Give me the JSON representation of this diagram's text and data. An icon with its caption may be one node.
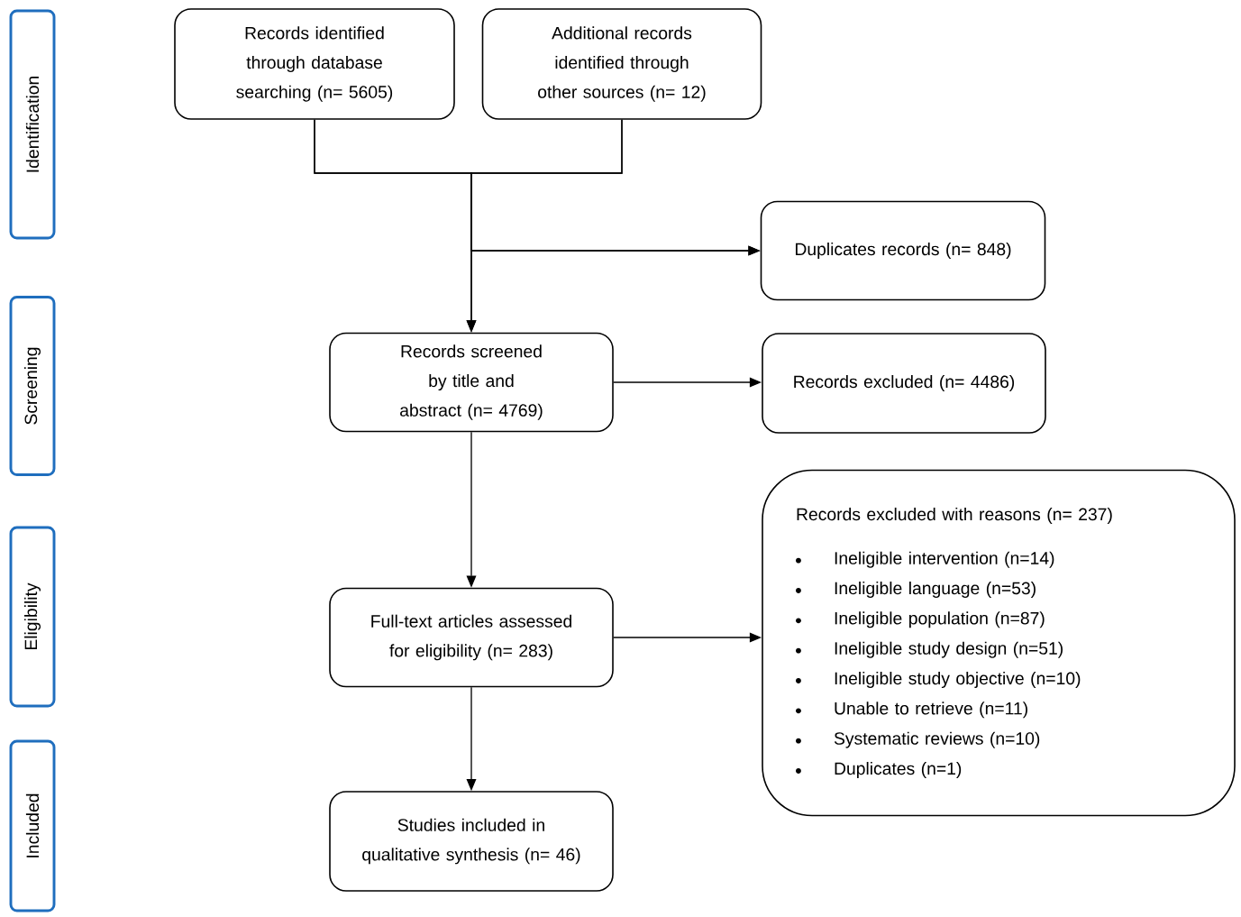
{
  "diagram": {
    "nodes": [
      {
        "text": [
          "Identification"
        ]
      },
      {
        "text": [
          "Screening"
        ]
      },
      {
        "text": [
          "Eligibility"
        ]
      },
      {
        "text": [
          "Included"
        ]
      },
      {
        "text": [
          "Records identified through database searching (n= 5605)"
        ]
      },
      {
        "text": [
          "Additional records identified through other sources (n= 12)"
        ]
      },
      {
        "text": [
          "Duplicates records (n= 848)"
        ]
      },
      {
        "text": [
          "Records screened by title and abstract (n= 4769)"
        ]
      },
      {
        "text": [
          "Records excluded (n= 4486)"
        ]
      },
      {
        "text": [
          "Full-text articles assessed for eligibility (n= 283)"
        ]
      },
      {
        "text": [
          "Studies included in qualitative synthesis (n= 46)"
        ]
      },
      {
        "text": [
          "Records excluded with reasons (n= 237)",
          "Ineligible intervention (n=14)",
          "Ineligible language (n=53)",
          "Ineligible population (n=87)",
          "Ineligible study design (n=51)",
          "Ineligible study objective (n=10)",
          "Unable to retrieve (n=11)",
          "Systematic reviews (n=10)",
          "Duplicates (n=1)"
        ]
      }
    ],
    "edges": [
      {
        "from": 4,
        "to": 6,
        "arrow": "to"
      },
      {
        "from": 4,
        "to": 7,
        "arrow": "to"
      },
      {
        "from": 5,
        "to": 6,
        "arrow": "to"
      },
      {
        "from": 5,
        "to": 7,
        "arrow": "to"
      },
      {
        "from": 7,
        "to": 8,
        "arrow": "to"
      },
      {
        "from": 7,
        "to": 9,
        "arrow": "to"
      },
      {
        "from": 9,
        "to": 11,
        "arrow": "to"
      },
      {
        "from": 9,
        "to": 10,
        "arrow": "to"
      }
    ]
  }
}
